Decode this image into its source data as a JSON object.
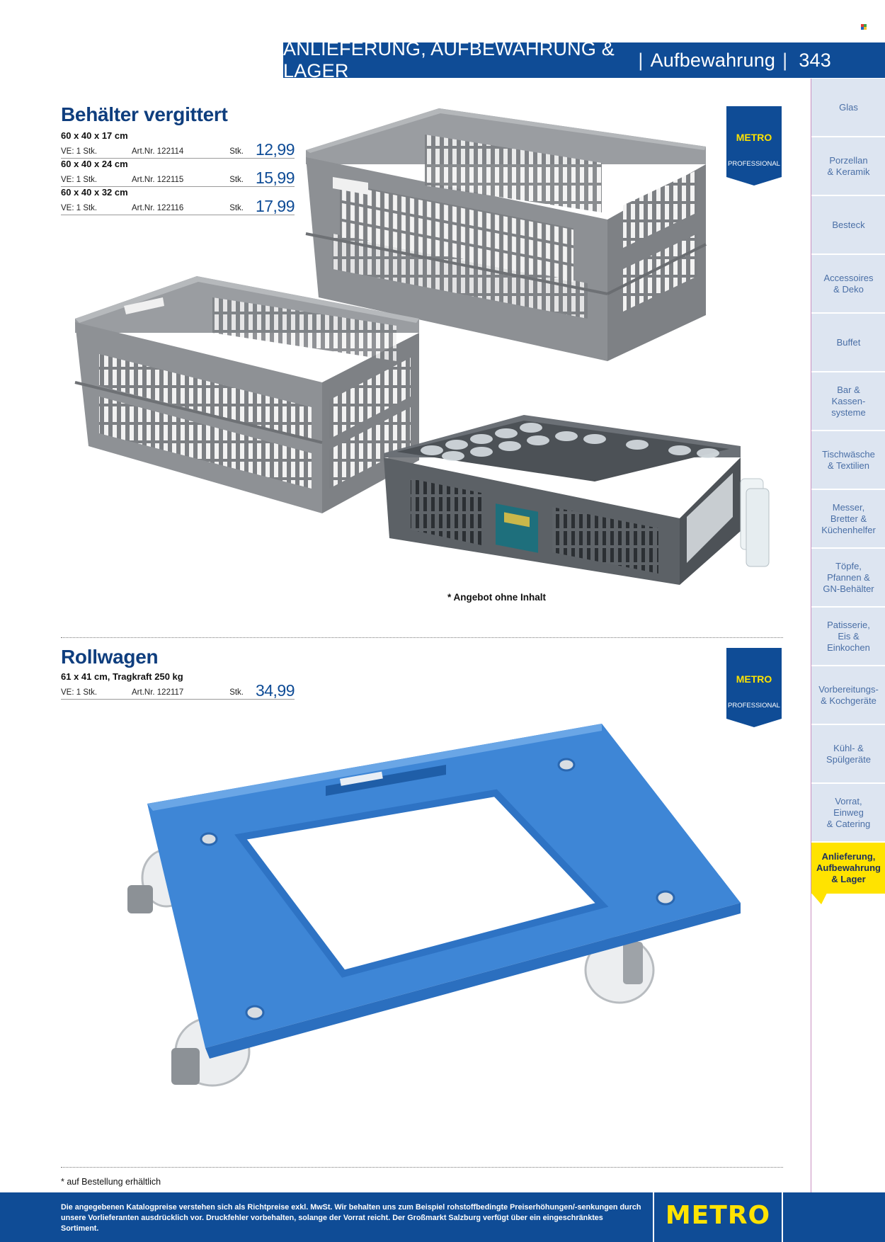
{
  "header": {
    "section": "ANLIEFERUNG, AUFBEWAHRUNG & LAGER",
    "subsection": "Aufbewahrung",
    "page_number": "343"
  },
  "sidebar": {
    "tabs": [
      {
        "label": "Glas"
      },
      {
        "label": "Porzellan\n& Keramik"
      },
      {
        "label": "Besteck"
      },
      {
        "label": "Accessoires\n& Deko"
      },
      {
        "label": "Buffet"
      },
      {
        "label": "Bar &\nKassen-\nsysteme"
      },
      {
        "label": "Tischwäsche\n& Textilien"
      },
      {
        "label": "Messer,\nBretter &\nKüchenhelfer"
      },
      {
        "label": "Töpfe,\nPfannen &\nGN-Behälter"
      },
      {
        "label": "Patisserie,\nEis &\nEinkochen"
      },
      {
        "label": "Vorbereitungs-\n& Kochgeräte"
      },
      {
        "label": "Kühl- &\nSpülgeräte"
      },
      {
        "label": "Vorrat,\nEinweg\n& Catering"
      },
      {
        "label": "Anlieferung,\nAufbewahrung\n& Lager",
        "active": true
      }
    ]
  },
  "products": [
    {
      "title": "Behälter vergittert",
      "variants": [
        {
          "size": "60 x 40 x 17 cm",
          "ve": "VE: 1 Stk.",
          "art": "Art.Nr. 122114",
          "unit": "Stk.",
          "price": "12,99"
        },
        {
          "size": "60 x 40 x 24 cm",
          "ve": "VE: 1 Stk.",
          "art": "Art.Nr. 122115",
          "unit": "Stk.",
          "price": "15,99"
        },
        {
          "size": "60 x 40 x 32 cm",
          "ve": "VE: 1 Stk.",
          "art": "Art.Nr. 122116",
          "unit": "Stk.",
          "price": "17,99"
        }
      ],
      "note": "* Angebot ohne Inhalt"
    },
    {
      "title": "Rollwagen",
      "variants": [
        {
          "size": "61 x 41 cm, Tragkraft 250 kg",
          "ve": "VE: 1 Stk.",
          "art": "Art.Nr. 122117",
          "unit": "Stk.",
          "price": "34,99"
        }
      ]
    }
  ],
  "badge": {
    "brand": "METRO",
    "line": "PROFESSIONAL"
  },
  "footnote": "* auf Bestellung erhältlich",
  "footer": {
    "disclaimer": "Die angegebenen Katalogpreise verstehen sich als Richtpreise exkl. MwSt. Wir behalten uns zum Beispiel rohstoffbedingte Preiserhöhungen/-senkungen durch unsere Vorlieferanten ausdrücklich vor. Druckfehler vorbehalten, solange der Vorrat reicht. Der Großmarkt Salzburg verfügt über ein eingeschränktes Sortiment.",
    "logo": "METRO"
  },
  "colors": {
    "primary": "#0f4c96",
    "accent": "#ffe300",
    "tab_bg": "#dde5f1",
    "crate": "#8a8d91",
    "dolly": "#3f86d6"
  }
}
